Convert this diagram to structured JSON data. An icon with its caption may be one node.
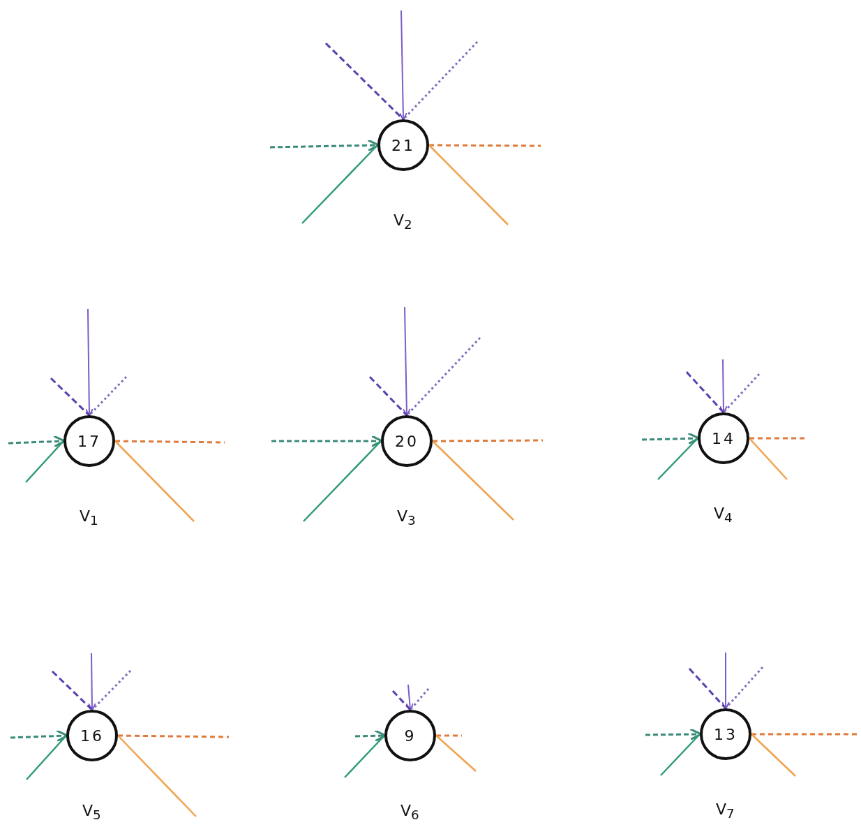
{
  "diagram": {
    "nodes": [
      {
        "text": [
          "21"
        ],
        "beside": [
          "V$_{2}$"
        ]
      },
      {
        "text": [
          "17"
        ],
        "beside": [
          "V$_{1}$"
        ]
      },
      {
        "text": [
          "20"
        ],
        "beside": [
          "V$_{3}$"
        ]
      },
      {
        "text": [
          "14"
        ],
        "beside": [
          "V$_{4}$"
        ]
      },
      {
        "text": [
          "16"
        ],
        "beside": [
          "V$_{5}$"
        ]
      },
      {
        "text": [
          "9"
        ],
        "beside": [
          "V$_{6}$"
        ]
      },
      {
        "text": [
          "13"
        ],
        "beside": [
          "V$_{7}$"
        ]
      }
    ],
    "edges": [
      {
        "from": null,
        "to": 0,
        "arrow": "to",
        "color": "#7b5cc8"
      },
      {
        "from": null,
        "to": 0,
        "arrow": "none",
        "style": "dashed",
        "color": "#5b3fb0"
      },
      {
        "from": null,
        "to": 0,
        "arrow": "none",
        "style": "dashed",
        "color": "#7b6cc0"
      },
      {
        "from": null,
        "to": 0,
        "arrow": "to",
        "style": "dashed",
        "color": "#3a8a78"
      },
      {
        "from": null,
        "to": 0,
        "arrow": "none",
        "color": "#2e9a78"
      },
      {
        "from": 0,
        "to": null,
        "arrow": "none",
        "style": "dashed",
        "color": "#e07a3a"
      },
      {
        "from": 0,
        "to": null,
        "arrow": "none",
        "color": "#f0a24e"
      },
      {
        "from": null,
        "to": 1,
        "arrow": "to",
        "color": "#7b5cc8"
      },
      {
        "from": null,
        "to": 1,
        "arrow": "none",
        "style": "dashed",
        "color": "#5b3fb0"
      },
      {
        "from": null,
        "to": 1,
        "arrow": "none",
        "style": "dashed",
        "color": "#7b6cc0"
      },
      {
        "from": null,
        "to": 1,
        "arrow": "to",
        "style": "dashed",
        "color": "#3a8a78"
      },
      {
        "from": null,
        "to": 1,
        "arrow": "none",
        "color": "#2e9a78"
      },
      {
        "from": 1,
        "to": null,
        "arrow": "none",
        "style": "dashed",
        "color": "#e07a3a"
      },
      {
        "from": 1,
        "to": null,
        "arrow": "none",
        "color": "#f0a24e"
      },
      {
        "from": null,
        "to": 2,
        "arrow": "to",
        "color": "#7b5cc8"
      },
      {
        "from": null,
        "to": 2,
        "arrow": "none",
        "style": "dashed",
        "color": "#5b3fb0"
      },
      {
        "from": null,
        "to": 2,
        "arrow": "none",
        "style": "dashed",
        "color": "#7b6cc0"
      },
      {
        "from": null,
        "to": 2,
        "arrow": "to",
        "style": "dashed",
        "color": "#3a8a78"
      },
      {
        "from": null,
        "to": 2,
        "arrow": "none",
        "color": "#2e9a78"
      },
      {
        "from": 2,
        "to": null,
        "arrow": "none",
        "style": "dashed",
        "color": "#e07a3a"
      },
      {
        "from": 2,
        "to": null,
        "arrow": "none",
        "color": "#f0a24e"
      },
      {
        "from": null,
        "to": 3,
        "arrow": "to",
        "color": "#7b5cc8"
      },
      {
        "from": null,
        "to": 3,
        "arrow": "none",
        "style": "dashed",
        "color": "#5b3fb0"
      },
      {
        "from": null,
        "to": 3,
        "arrow": "none",
        "style": "dashed",
        "color": "#7b6cc0"
      },
      {
        "from": null,
        "to": 3,
        "arrow": "to",
        "style": "dashed",
        "color": "#3a8a78"
      },
      {
        "from": null,
        "to": 3,
        "arrow": "none",
        "color": "#2e9a78"
      },
      {
        "from": 3,
        "to": null,
        "arrow": "none",
        "style": "dashed",
        "color": "#e07a3a"
      },
      {
        "from": 3,
        "to": null,
        "arrow": "none",
        "color": "#f0a24e"
      },
      {
        "from": null,
        "to": 4,
        "arrow": "to",
        "color": "#7b5cc8"
      },
      {
        "from": null,
        "to": 4,
        "arrow": "none",
        "style": "dashed",
        "color": "#5b3fb0"
      },
      {
        "from": null,
        "to": 4,
        "arrow": "none",
        "style": "dashed",
        "color": "#7b6cc0"
      },
      {
        "from": null,
        "to": 4,
        "arrow": "to",
        "style": "dashed",
        "color": "#3a8a78"
      },
      {
        "from": null,
        "to": 4,
        "arrow": "none",
        "color": "#2e9a78"
      },
      {
        "from": 4,
        "to": null,
        "arrow": "none",
        "style": "dashed",
        "color": "#e07a3a"
      },
      {
        "from": 4,
        "to": null,
        "arrow": "none",
        "color": "#f0a24e"
      },
      {
        "from": null,
        "to": 5,
        "arrow": "to",
        "color": "#7b5cc8"
      },
      {
        "from": null,
        "to": 5,
        "arrow": "none",
        "style": "dashed",
        "color": "#5b3fb0"
      },
      {
        "from": null,
        "to": 5,
        "arrow": "none",
        "style": "dashed",
        "color": "#7b6cc0"
      },
      {
        "from": null,
        "to": 5,
        "arrow": "to",
        "style": "dashed",
        "color": "#3a8a78"
      },
      {
        "from": null,
        "to": 5,
        "arrow": "none",
        "color": "#2e9a78"
      },
      {
        "from": 5,
        "to": null,
        "arrow": "none",
        "style": "dashed",
        "color": "#e07a3a"
      },
      {
        "from": 5,
        "to": null,
        "arrow": "none",
        "color": "#f0a24e"
      },
      {
        "from": null,
        "to": 6,
        "arrow": "to",
        "color": "#7b5cc8"
      },
      {
        "from": null,
        "to": 6,
        "arrow": "none",
        "style": "dashed",
        "color": "#5b3fb0"
      },
      {
        "from": null,
        "to": 6,
        "arrow": "none",
        "style": "dashed",
        "color": "#7b6cc0"
      },
      {
        "from": null,
        "to": 6,
        "arrow": "to",
        "style": "dashed",
        "color": "#3a8a78"
      },
      {
        "from": null,
        "to": 6,
        "arrow": "none",
        "color": "#2e9a78"
      },
      {
        "from": 6,
        "to": null,
        "arrow": "none",
        "style": "dashed",
        "color": "#e07a3a"
      },
      {
        "from": 6,
        "to": null,
        "arrow": "none",
        "color": "#f0a24e"
      }
    ]
  }
}
